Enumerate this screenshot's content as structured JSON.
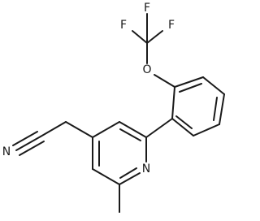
{
  "molecule": {
    "atoms": {
      "F_top": "F",
      "F_left": "F",
      "F_right": "F",
      "O": "O",
      "N_ring": "N",
      "N_nitrile": "N"
    }
  },
  "colors": {
    "bond": "#1a1a1a",
    "background": "#ffffff"
  }
}
